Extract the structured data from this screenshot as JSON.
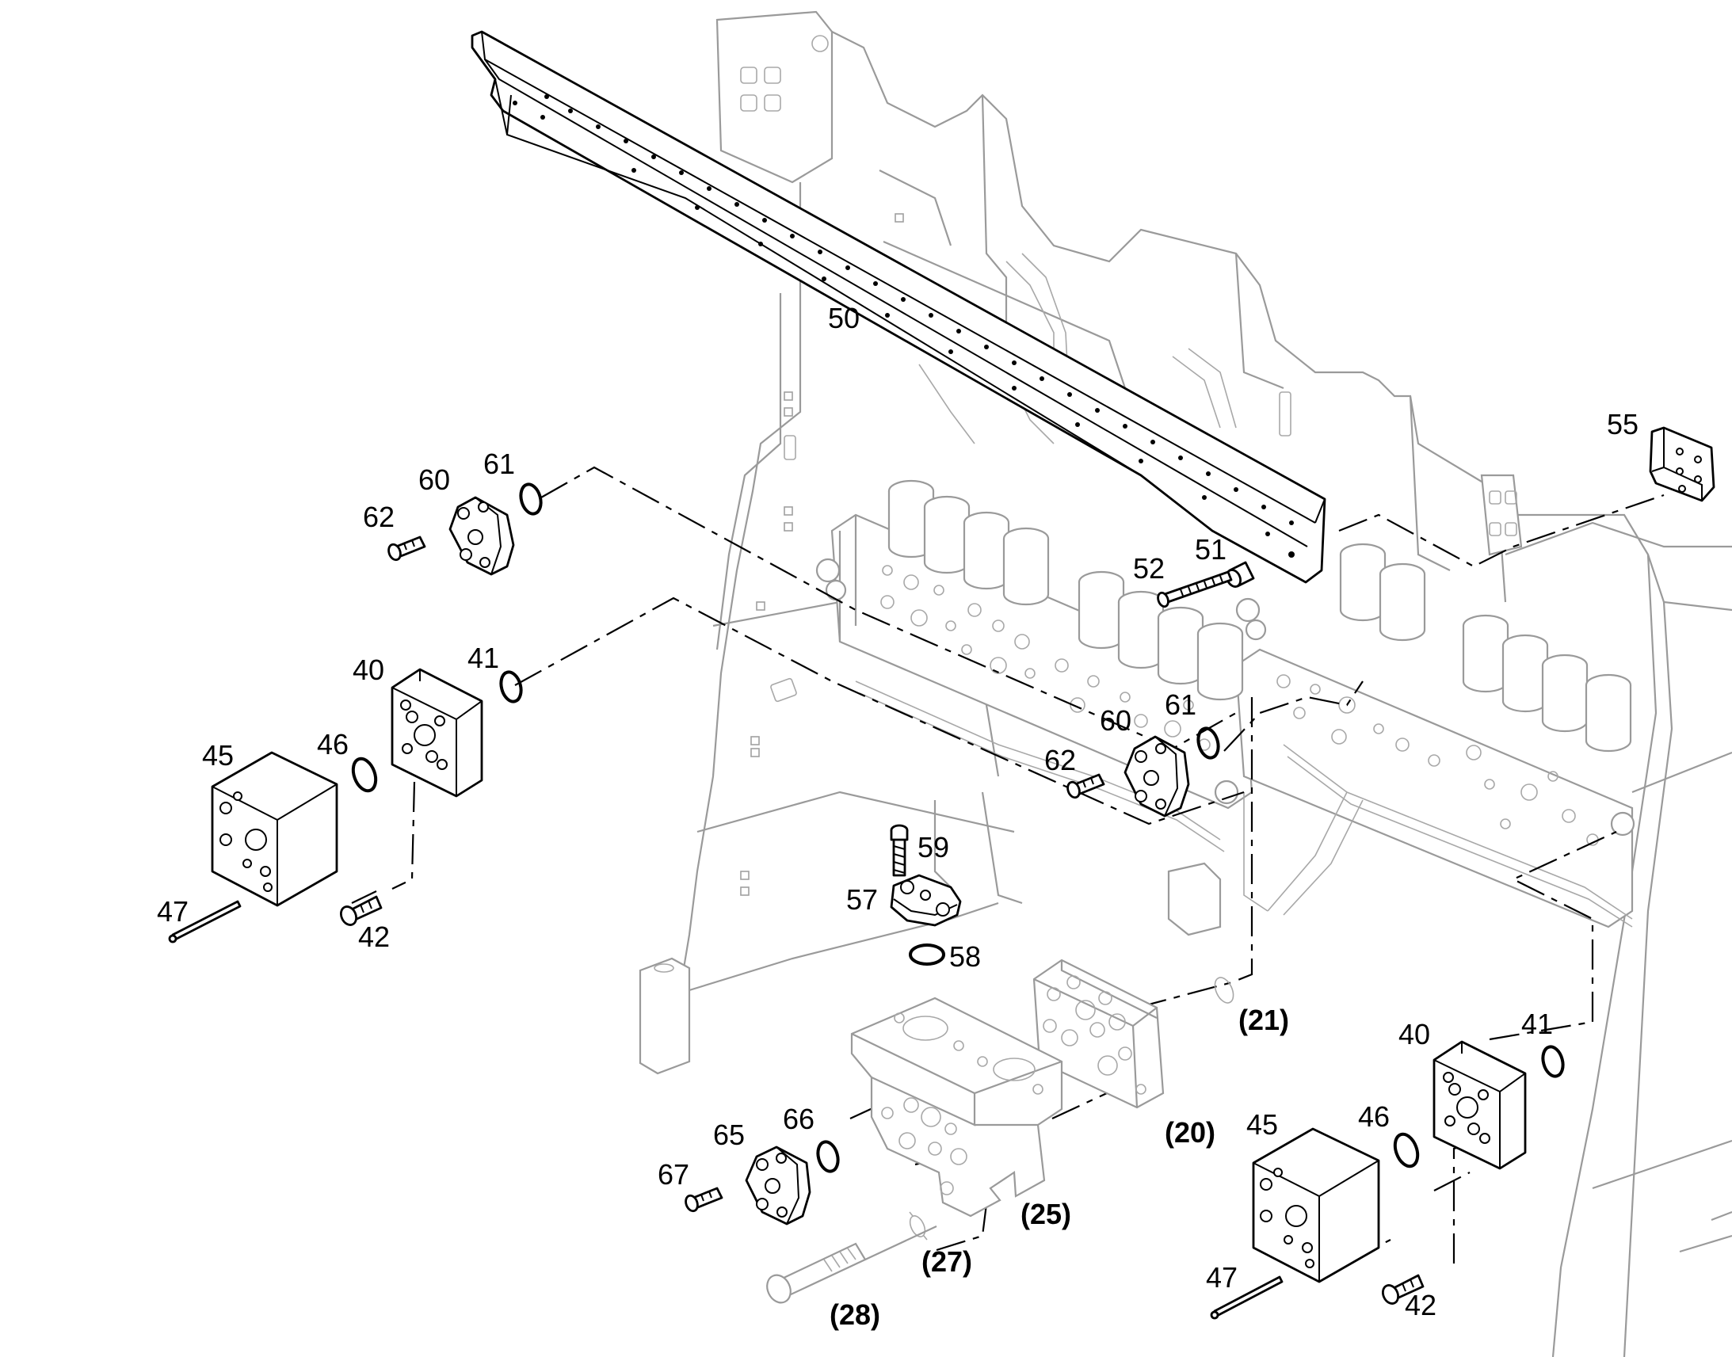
{
  "diagram": {
    "labels": {
      "l50": "50",
      "l55": "55",
      "l51": "51",
      "l52": "52",
      "l60a": "60",
      "l61a": "61",
      "l62a": "62",
      "l40a": "40",
      "l41a": "41",
      "l45a": "45",
      "l46a": "46",
      "l47a": "47",
      "l42a": "42",
      "l60b": "60",
      "l61b": "61",
      "l62b": "62",
      "l59": "59",
      "l57": "57",
      "l58": "58",
      "l21": "(21)",
      "l20": "(20)",
      "l25": "(25)",
      "l27": "(27)",
      "l28": "(28)",
      "l65": "65",
      "l66": "66",
      "l67": "67",
      "l40b": "40",
      "l41b": "41",
      "l45b": "45",
      "l46b": "46",
      "l47b": "47",
      "l42b": "42"
    }
  }
}
